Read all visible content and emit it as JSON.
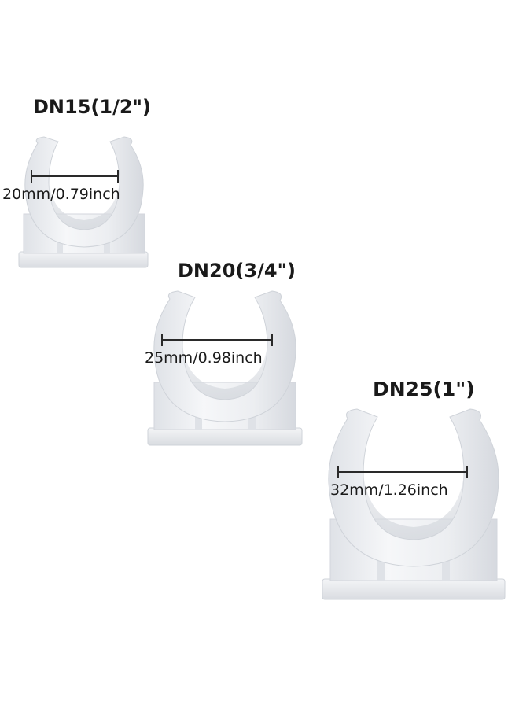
{
  "clips": [
    {
      "size": "DN15(1/2\")",
      "dimension": "20mm/0.79inch"
    },
    {
      "size": "DN20(3/4\")",
      "dimension": "25mm/0.98inch"
    },
    {
      "size": "DN25(1\")",
      "dimension": "32mm/1.26inch"
    }
  ],
  "colors": {
    "clip_body": "#eef0f3",
    "clip_shade": "#d9dce2",
    "clip_edge": "#c8ccd3",
    "text": "#1a1a1a"
  }
}
